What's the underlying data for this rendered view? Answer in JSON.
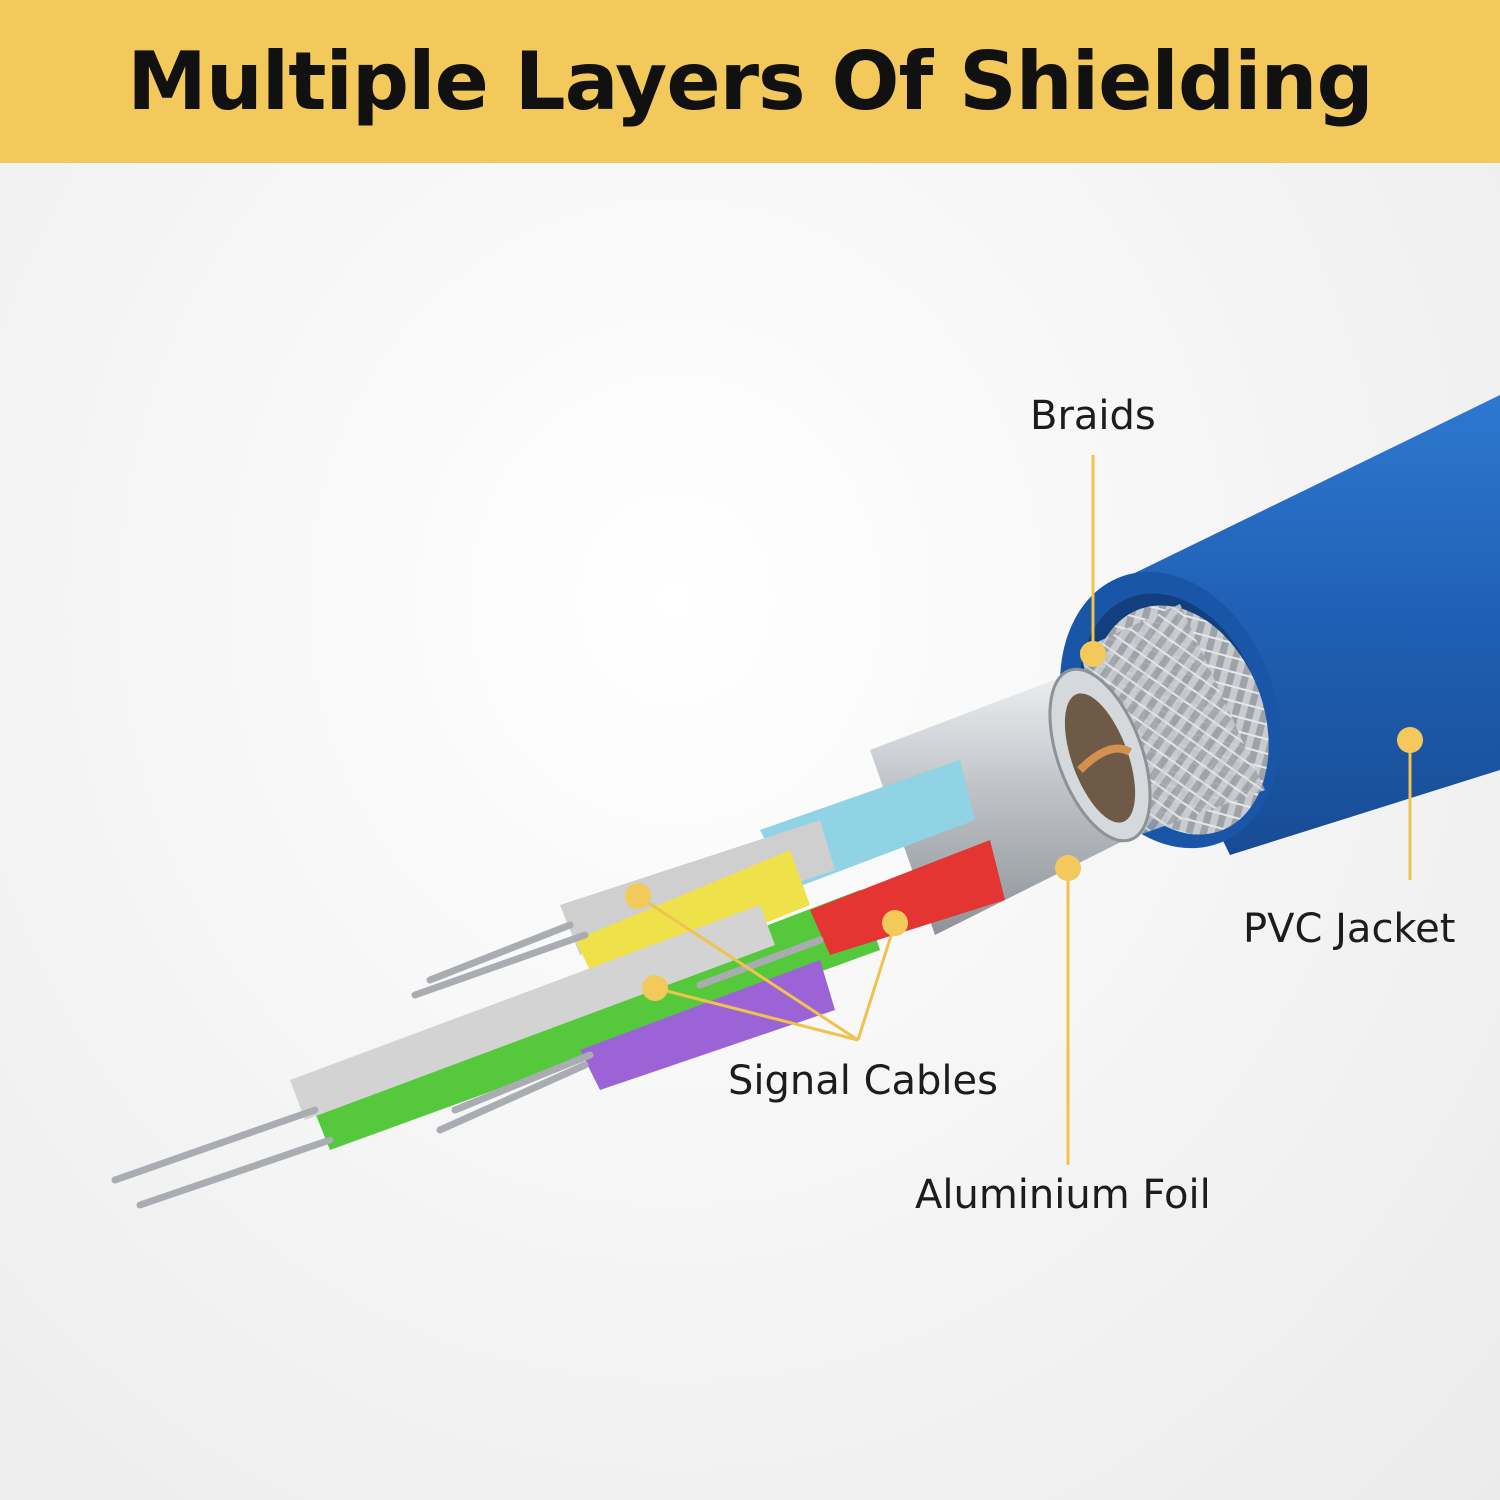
{
  "title": "Multiple Layers Of Shielding",
  "colors": {
    "banner": "#f4c95c",
    "leader": "#f0c24e",
    "jacket": "#1f5fb3",
    "foil": "#c9ccd0",
    "braid": "#b9bcc1"
  },
  "labels": {
    "braids": "Braids",
    "pvc_jacket": "PVC Jacket",
    "signal_cables": "Signal Cables",
    "aluminium_foil": "Aluminium Foil"
  }
}
